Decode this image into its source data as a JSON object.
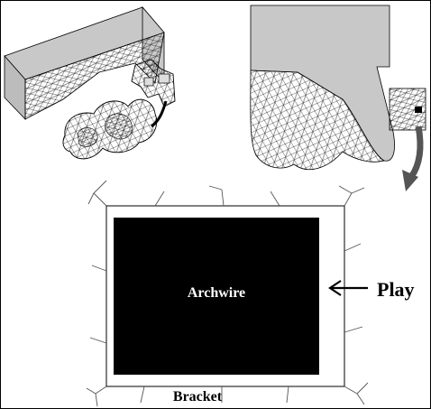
{
  "labels": {
    "archwire": "Archwire",
    "play": "Play",
    "bracket": "Bracket"
  },
  "colors": {
    "background": "#ffffff",
    "frame": "#000000",
    "archwire_fill": "#000000",
    "archwire_text": "#ffffff",
    "tooth_grey": "#c8c8c8",
    "mesh_line": "#111111",
    "curved_arrow": "#555555"
  },
  "icons": {
    "play_arrow": "left-arrow-icon",
    "rotation_arrow": "curved-down-arrow-icon"
  }
}
